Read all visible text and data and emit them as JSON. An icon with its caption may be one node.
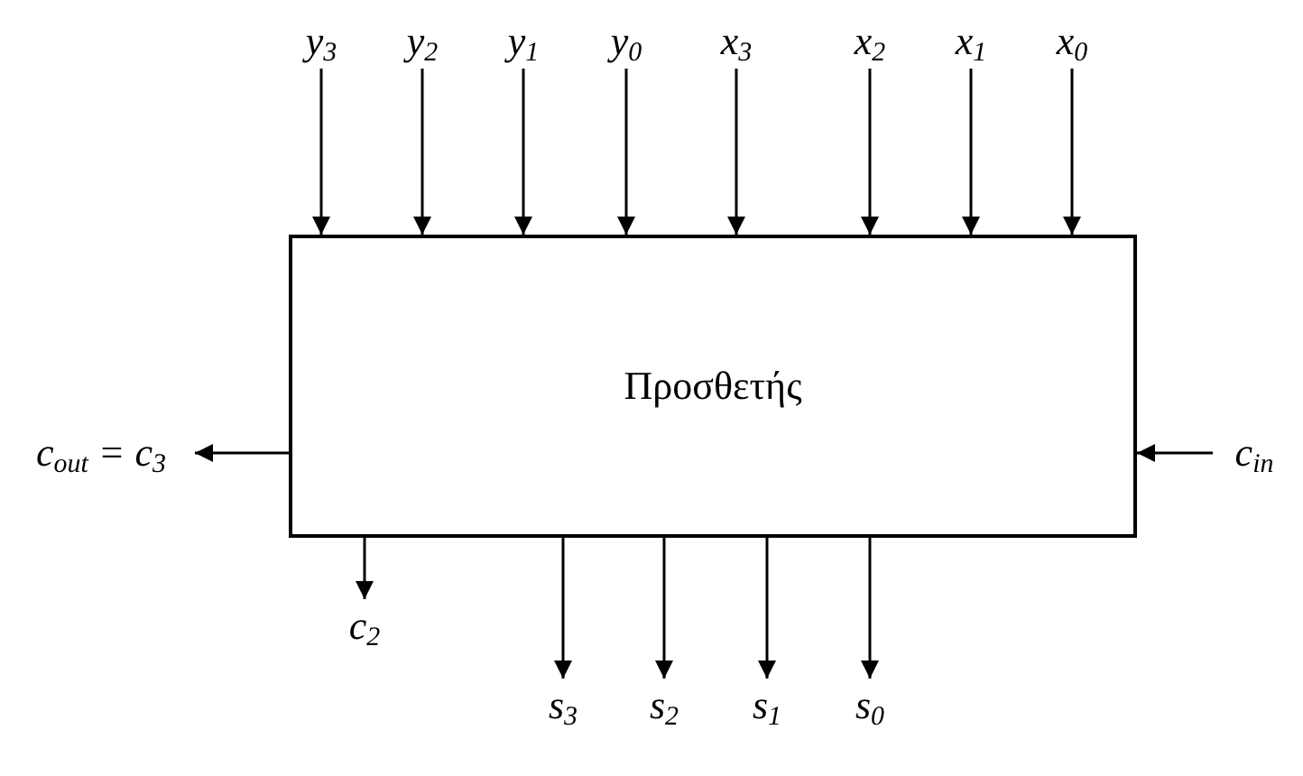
{
  "diagram": {
    "nodes": [
      {
        "text": [
          "y$_{3}$"
        ]
      },
      {
        "text": [
          "y$_{2}$"
        ]
      },
      {
        "text": [
          "y$_{1}$"
        ]
      },
      {
        "text": [
          "y$_{0}$"
        ]
      },
      {
        "text": [
          "x$_{3}$"
        ]
      },
      {
        "text": [
          "x$_{2}$"
        ]
      },
      {
        "text": [
          "x$_{1}$"
        ]
      },
      {
        "text": [
          "x$_{0}$"
        ]
      },
      {
        "text": [
          "c$_{out}$ = c$_{3}$"
        ]
      },
      {
        "text": [
          "Προσθετής"
        ]
      },
      {
        "text": [
          "c$_{in}$"
        ]
      },
      {
        "text": [
          "c$_{2}$"
        ]
      },
      {
        "text": [
          "s$_{3}$"
        ]
      },
      {
        "text": [
          "s$_{2}$"
        ]
      },
      {
        "text": [
          "s$_{1}$"
        ]
      },
      {
        "text": [
          "s$_{0}$"
        ]
      }
    ],
    "edges": [
      {
        "from": 0,
        "to": 9,
        "arrow": "to"
      },
      {
        "from": 1,
        "to": 9,
        "arrow": "to"
      },
      {
        "from": 2,
        "to": 9,
        "arrow": "to"
      },
      {
        "from": 3,
        "to": 9,
        "arrow": "to"
      },
      {
        "from": 4,
        "to": 9,
        "arrow": "to"
      },
      {
        "from": 5,
        "to": 9,
        "arrow": "to"
      },
      {
        "from": 6,
        "to": 9,
        "arrow": "to"
      },
      {
        "from": 7,
        "to": 9,
        "arrow": "to"
      },
      {
        "from": 9,
        "to": 8,
        "arrow": "to"
      },
      {
        "from": 10,
        "to": 9,
        "arrow": "to"
      },
      {
        "from": 9,
        "to": 11,
        "arrow": "to"
      },
      {
        "from": 9,
        "to": 12,
        "arrow": "to"
      },
      {
        "from": 9,
        "to": 13,
        "arrow": "to"
      },
      {
        "from": 9,
        "to": 14,
        "arrow": "to"
      },
      {
        "from": 9,
        "to": 15,
        "arrow": "to"
      }
    ]
  }
}
